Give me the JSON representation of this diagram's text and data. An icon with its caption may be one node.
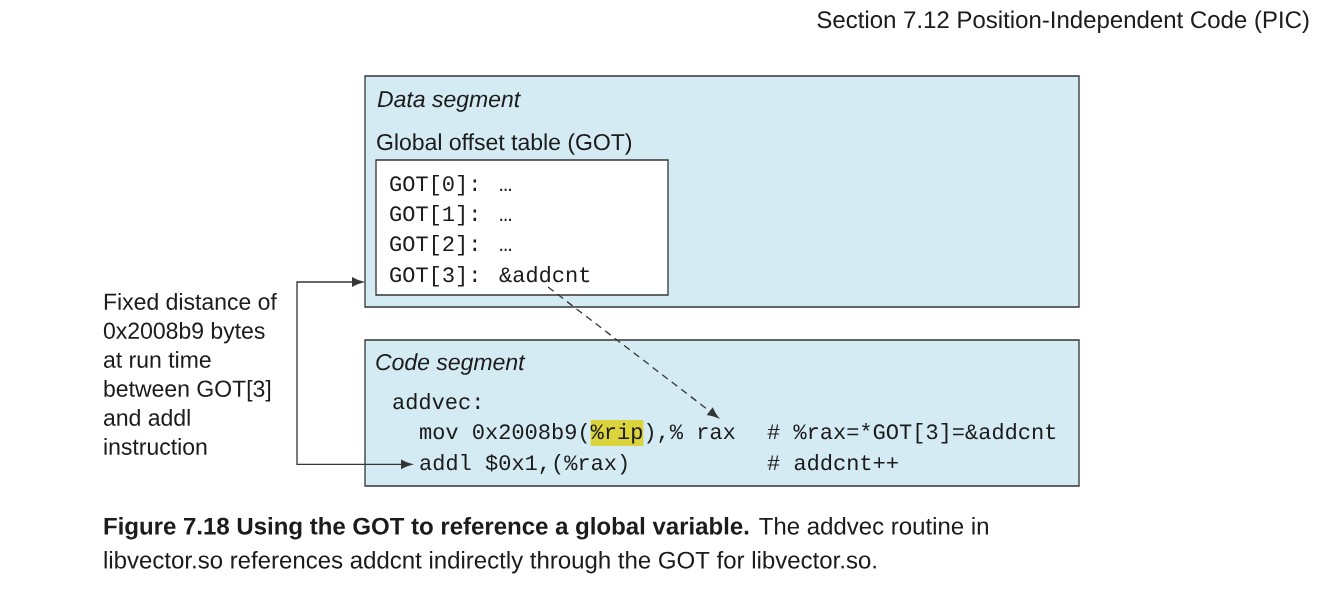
{
  "diagram": {
    "title": "Section 7.12 Position-Independent Code (PIC)",
    "nodes": [
      {
        "text": [
          "Data segment"
        ]
      },
      {
        "text": [
          "Global offset table (GOT)",
          "GOT[0]: …",
          "GOT[1]: …",
          "GOT[2]: …"
        ],
        "in": 0
      },
      {
        "text": [
          "GOT[3]: &addcnt"
        ],
        "in": 1
      },
      {
        "text": [
          "Code segment",
          "addvec:"
        ]
      },
      {
        "text": [
          "mov 0x2008b9(%rip),% rax",
          "# %rax=*GOT[3]=&addcnt"
        ],
        "in": 3
      },
      {
        "text": [
          "addl $0x1,(%rax)",
          "# addcnt++"
        ],
        "in": 3
      }
    ],
    "edges": [
      {
        "from": 2,
        "to": 4,
        "arrow": "to",
        "style": "dashed"
      },
      {
        "from": 2,
        "to": 5,
        "arrow": "both",
        "label": "Fixed distance of 0x2008b9 bytes at run time between GOT[3] and addl instruction"
      }
    ],
    "caption": "**Figure 7.18 Using the GOT to reference a global variable.** The addvec routine in libvector.so references addcnt indirectly through the GOT for libvector.so."
  }
}
